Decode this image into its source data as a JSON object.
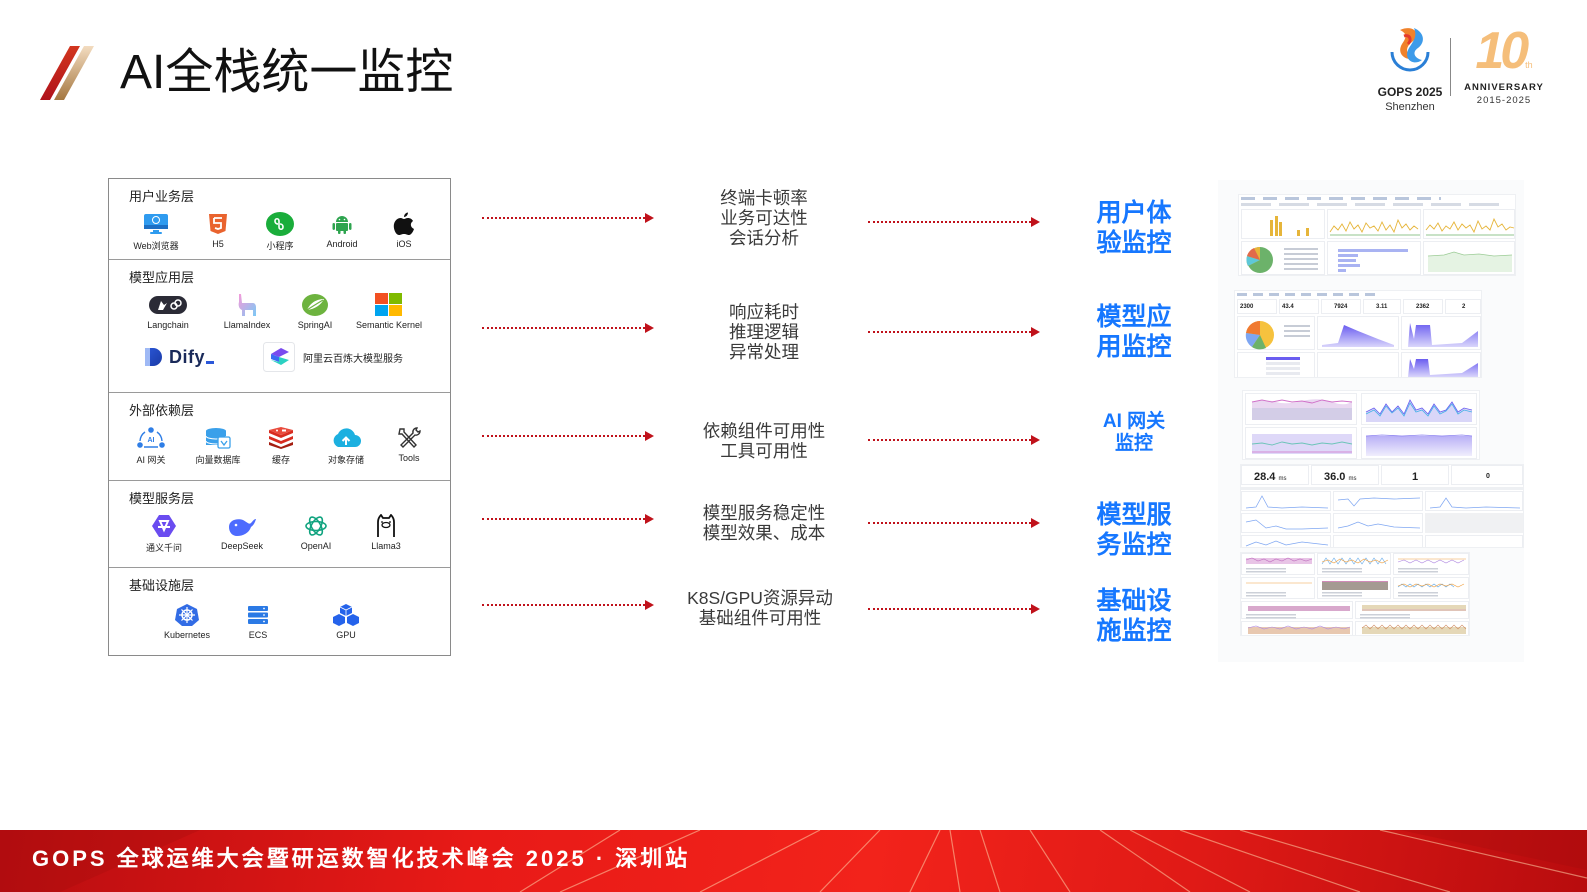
{
  "header": {
    "title": "AI全栈统一监控"
  },
  "logo": {
    "event": "GOPS 2025",
    "city": "Shenzhen",
    "anniversary_number": "10",
    "anniversary_suffix": "th",
    "anniversary_label": "ANNIVERSARY",
    "anniversary_years": "2015-2025"
  },
  "layers": [
    {
      "title": "用户业务层",
      "items": [
        {
          "label": "Web浏览器",
          "icon": "monitor-icon"
        },
        {
          "label": "H5",
          "icon": "html5-icon"
        },
        {
          "label": "小程序",
          "icon": "miniprogram-icon"
        },
        {
          "label": "Android",
          "icon": "android-icon"
        },
        {
          "label": "iOS",
          "icon": "apple-icon"
        }
      ]
    },
    {
      "title": "模型应用层",
      "items": [
        {
          "label": "Langchain",
          "icon": "langchain-icon"
        },
        {
          "label": "LlamaIndex",
          "icon": "llama-icon"
        },
        {
          "label": "SpringAI",
          "icon": "spring-leaf-icon"
        },
        {
          "label": "Semantic Kernel",
          "icon": "windows-grid-icon"
        }
      ],
      "items_row2": [
        {
          "label": "Dify",
          "icon": "dify-icon"
        },
        {
          "label": "阿里云百炼大模型服务",
          "icon": "bailian-icon"
        }
      ]
    },
    {
      "title": "外部依赖层",
      "items": [
        {
          "label": "AI 网关",
          "icon": "ai-gateway-icon"
        },
        {
          "label": "向量数据库",
          "icon": "vector-database-icon"
        },
        {
          "label": "缓存",
          "icon": "redis-cache-icon"
        },
        {
          "label": "对象存储",
          "icon": "cloud-storage-icon"
        },
        {
          "label": "Tools",
          "icon": "tools-icon"
        }
      ]
    },
    {
      "title": "模型服务层",
      "items": [
        {
          "label": "通义千问",
          "icon": "qwen-icon"
        },
        {
          "label": "DeepSeek",
          "icon": "deepseek-whale-icon"
        },
        {
          "label": "OpenAI",
          "icon": "openai-icon"
        },
        {
          "label": "Llama3",
          "icon": "llama3-icon"
        }
      ]
    },
    {
      "title": "基础设施层",
      "items": [
        {
          "label": "Kubernetes",
          "icon": "kubernetes-icon"
        },
        {
          "label": "ECS",
          "icon": "server-icon"
        },
        {
          "label": "GPU",
          "icon": "gpu-cubes-icon"
        }
      ]
    }
  ],
  "flows": [
    {
      "metrics": [
        "终端卡顿率",
        "业务可达性",
        "会话分析"
      ],
      "monitor": [
        "用户体",
        "验监控"
      ]
    },
    {
      "metrics": [
        "响应耗时",
        "推理逻辑",
        "异常处理"
      ],
      "monitor": [
        "模型应",
        "用监控"
      ]
    },
    {
      "metrics": [
        "依赖组件可用性",
        "工具可用性"
      ],
      "monitor": [
        "AI 网关",
        "监控"
      ]
    },
    {
      "metrics": [
        "模型服务稳定性",
        "模型效果、成本"
      ],
      "monitor": [
        "模型服",
        "务监控"
      ]
    },
    {
      "metrics": [
        "K8S/GPU资源异动",
        "基础组件可用性"
      ],
      "monitor": [
        "基础设",
        "施监控"
      ]
    }
  ],
  "dashboards": {
    "model_service_stats": [
      {
        "value": "28.4",
        "unit": "ms"
      },
      {
        "value": "36.0",
        "unit": "ms"
      },
      {
        "value": "1",
        "unit": ""
      },
      {
        "value": "0",
        "unit": ""
      }
    ],
    "model_app_stats": [
      "2300",
      "43.4",
      "7924",
      "3.11",
      "2362",
      "2"
    ]
  },
  "colors": {
    "arrow": "#c0121b",
    "monitor_text": "#1677ff",
    "footer_red": "#e81a17",
    "anniversary_gold": "#f5be7a"
  },
  "footer": {
    "text": "GOPS 全球运维大会暨研运数智化技术峰会 2025 · 深圳站"
  }
}
